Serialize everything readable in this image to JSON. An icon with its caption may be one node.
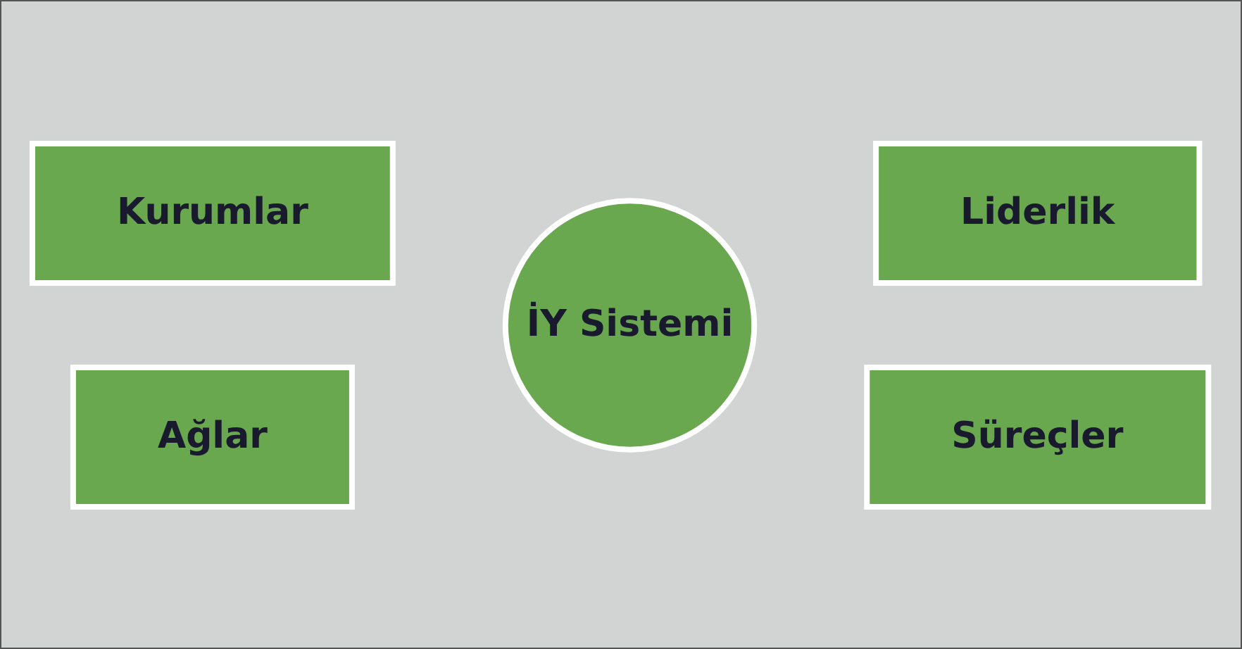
{
  "diagram": {
    "nodes": [
      {
        "text": [
          "Kurumlar"
        ]
      },
      {
        "text": [
          "Liderlik"
        ]
      },
      {
        "text": [
          "İY Sistemi"
        ]
      },
      {
        "text": [
          "Ağlar"
        ]
      },
      {
        "text": [
          "Süreçler"
        ]
      }
    ]
  }
}
